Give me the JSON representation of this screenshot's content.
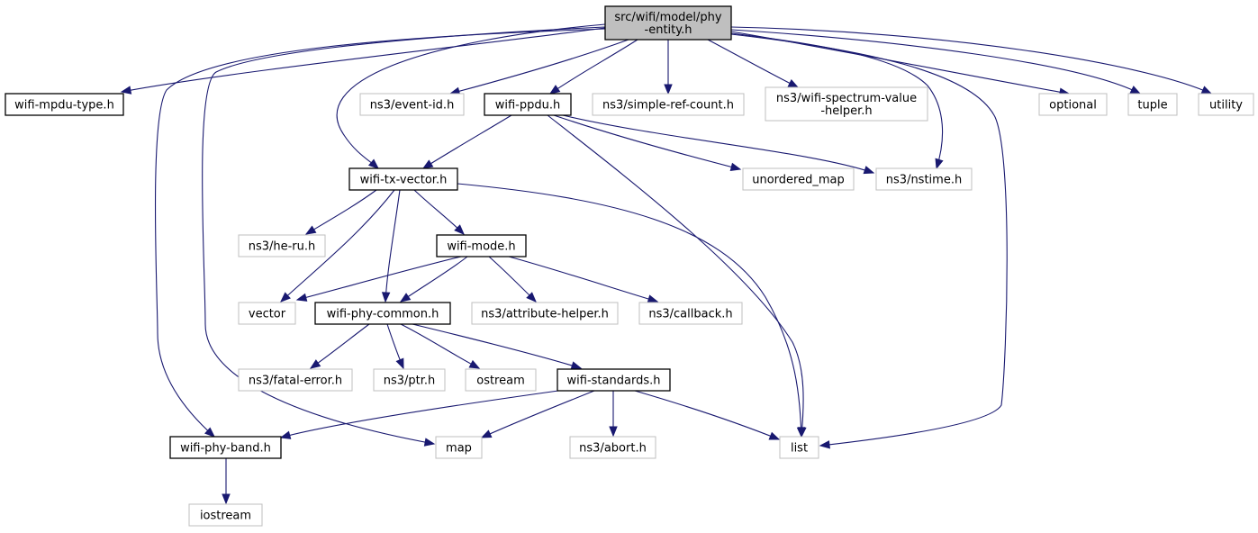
{
  "colors": {
    "edge": "#191970",
    "root_fill": "#bfbfbf",
    "root_border": "#000000",
    "local_border": "#000000",
    "external_border": "#bfbfbf",
    "background": "#ffffff"
  },
  "nodes": {
    "root": {
      "lines": [
        "src/wifi/model/phy",
        "-entity.h"
      ],
      "kind": "root"
    },
    "wifi_mpdu_type": {
      "lines": [
        "wifi-mpdu-type.h"
      ],
      "kind": "local"
    },
    "event_id": {
      "lines": [
        "ns3/event-id.h"
      ],
      "kind": "external"
    },
    "wifi_ppdu": {
      "lines": [
        "wifi-ppdu.h"
      ],
      "kind": "local"
    },
    "simple_ref_count": {
      "lines": [
        "ns3/simple-ref-count.h"
      ],
      "kind": "external"
    },
    "spectrum_value_helper": {
      "lines": [
        "ns3/wifi-spectrum-value",
        "-helper.h"
      ],
      "kind": "external"
    },
    "optional": {
      "lines": [
        "optional"
      ],
      "kind": "external"
    },
    "tuple": {
      "lines": [
        "tuple"
      ],
      "kind": "external"
    },
    "utility": {
      "lines": [
        "utility"
      ],
      "kind": "external"
    },
    "wifi_tx_vector": {
      "lines": [
        "wifi-tx-vector.h"
      ],
      "kind": "local"
    },
    "unordered_map": {
      "lines": [
        "unordered_map"
      ],
      "kind": "external"
    },
    "nstime": {
      "lines": [
        "ns3/nstime.h"
      ],
      "kind": "external"
    },
    "he_ru": {
      "lines": [
        "ns3/he-ru.h"
      ],
      "kind": "external"
    },
    "wifi_mode": {
      "lines": [
        "wifi-mode.h"
      ],
      "kind": "local"
    },
    "vector": {
      "lines": [
        "vector"
      ],
      "kind": "external"
    },
    "wifi_phy_common": {
      "lines": [
        "wifi-phy-common.h"
      ],
      "kind": "local"
    },
    "attribute_helper": {
      "lines": [
        "ns3/attribute-helper.h"
      ],
      "kind": "external"
    },
    "callback": {
      "lines": [
        "ns3/callback.h"
      ],
      "kind": "external"
    },
    "fatal_error": {
      "lines": [
        "ns3/fatal-error.h"
      ],
      "kind": "external"
    },
    "ptr": {
      "lines": [
        "ns3/ptr.h"
      ],
      "kind": "external"
    },
    "ostream": {
      "lines": [
        "ostream"
      ],
      "kind": "external"
    },
    "wifi_standards": {
      "lines": [
        "wifi-standards.h"
      ],
      "kind": "local"
    },
    "wifi_phy_band": {
      "lines": [
        "wifi-phy-band.h"
      ],
      "kind": "local"
    },
    "map": {
      "lines": [
        "map"
      ],
      "kind": "external"
    },
    "abort": {
      "lines": [
        "ns3/abort.h"
      ],
      "kind": "external"
    },
    "list": {
      "lines": [
        "list"
      ],
      "kind": "external"
    },
    "iostream": {
      "lines": [
        "iostream"
      ],
      "kind": "external"
    }
  },
  "edges": [
    [
      "root",
      "wifi_mpdu_type"
    ],
    [
      "root",
      "event_id"
    ],
    [
      "root",
      "wifi_ppdu"
    ],
    [
      "root",
      "simple_ref_count"
    ],
    [
      "root",
      "spectrum_value_helper"
    ],
    [
      "root",
      "optional"
    ],
    [
      "root",
      "tuple"
    ],
    [
      "root",
      "utility"
    ],
    [
      "root",
      "wifi_tx_vector"
    ],
    [
      "root",
      "wifi_phy_band"
    ],
    [
      "root",
      "map"
    ],
    [
      "root",
      "nstime"
    ],
    [
      "root",
      "list"
    ],
    [
      "wifi_ppdu",
      "wifi_tx_vector"
    ],
    [
      "wifi_ppdu",
      "unordered_map"
    ],
    [
      "wifi_ppdu",
      "nstime"
    ],
    [
      "wifi_ppdu",
      "list"
    ],
    [
      "wifi_tx_vector",
      "he_ru"
    ],
    [
      "wifi_tx_vector",
      "wifi_mode"
    ],
    [
      "wifi_tx_vector",
      "vector"
    ],
    [
      "wifi_tx_vector",
      "wifi_phy_common"
    ],
    [
      "wifi_tx_vector",
      "list"
    ],
    [
      "wifi_mode",
      "vector"
    ],
    [
      "wifi_mode",
      "wifi_phy_common"
    ],
    [
      "wifi_mode",
      "attribute_helper"
    ],
    [
      "wifi_mode",
      "callback"
    ],
    [
      "wifi_phy_common",
      "fatal_error"
    ],
    [
      "wifi_phy_common",
      "ptr"
    ],
    [
      "wifi_phy_common",
      "ostream"
    ],
    [
      "wifi_phy_common",
      "wifi_standards"
    ],
    [
      "wifi_standards",
      "wifi_phy_band"
    ],
    [
      "wifi_standards",
      "map"
    ],
    [
      "wifi_standards",
      "abort"
    ],
    [
      "wifi_standards",
      "list"
    ],
    [
      "wifi_phy_band",
      "iostream"
    ]
  ]
}
